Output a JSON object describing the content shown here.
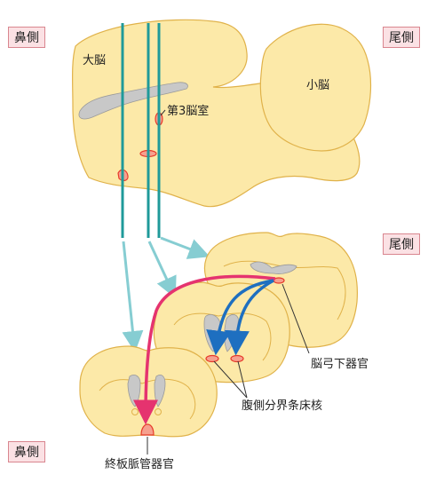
{
  "direction_labels": {
    "rostral_top": "鼻側",
    "caudal_top": "尾側",
    "caudal_mid": "尾側",
    "rostral_bottom": "鼻側"
  },
  "region_labels": {
    "cerebrum": "大脳",
    "cerebellum": "小脳",
    "third_ventricle": "第3脳室",
    "subfornical_organ": "脳弓下器官",
    "bnst_ventral": "腹側分界条床核",
    "ovlt": "終板脈管器官"
  },
  "colors": {
    "brain_fill": "#fce9a8",
    "brain_stroke": "#e0b24a",
    "ventricle_fill": "#c8c8c8",
    "section_line": "#1f9a9a",
    "arrow_cyan": "#86cdd2",
    "arrow_magenta": "#e5336f",
    "arrow_blue": "#1e6fc0",
    "organ_red": "#e63a2a",
    "tag_fill": "#fbe1e4"
  }
}
